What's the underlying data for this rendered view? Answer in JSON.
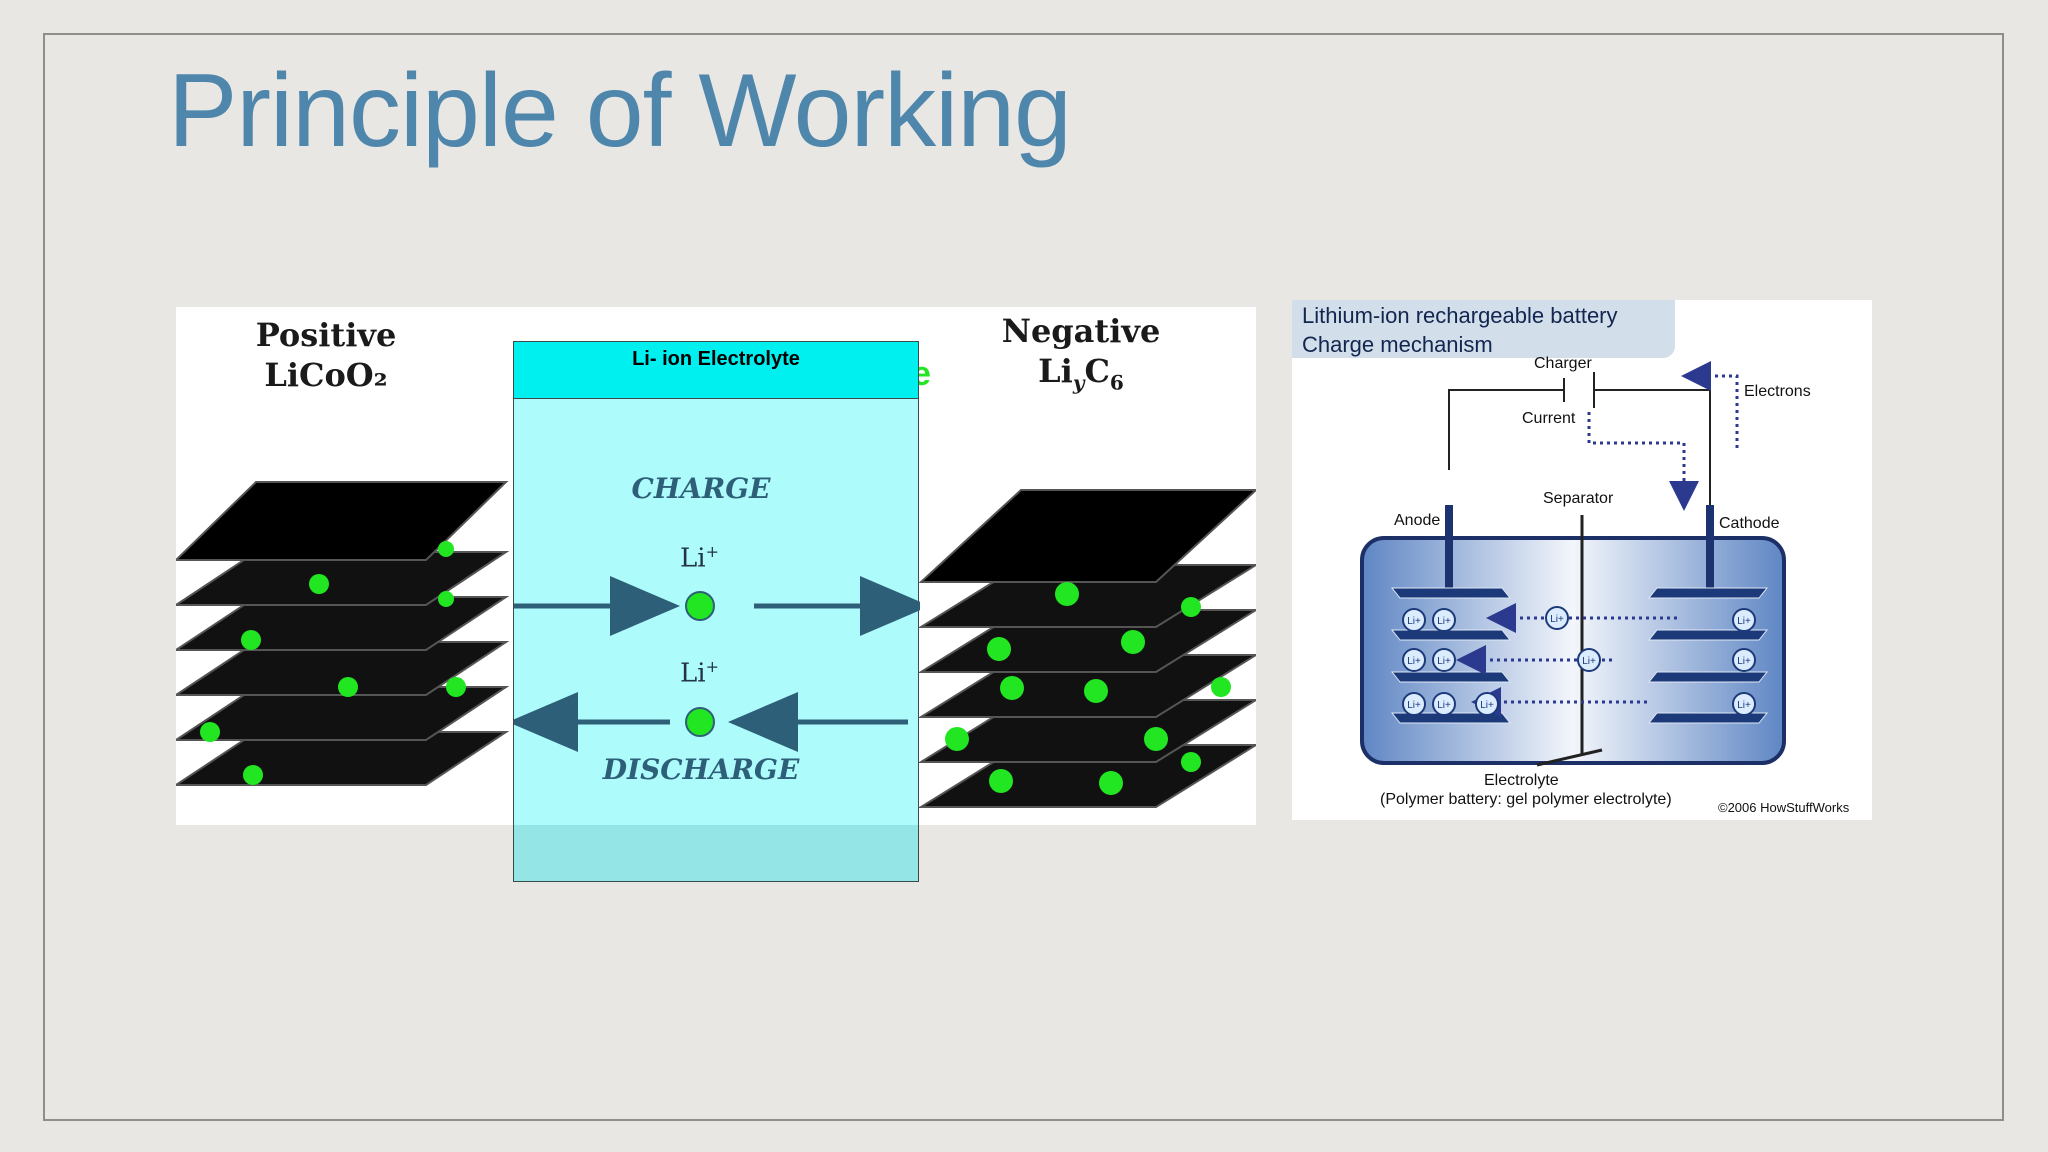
{
  "slide": {
    "title": "Principle of Working"
  },
  "left_diagram": {
    "positive_label": "Positive",
    "positive_formula": "LiCoO₂",
    "negative_label": "Negative",
    "negative_formula_main": "Li",
    "negative_formula_sub_y": "y",
    "negative_formula_c": "C",
    "negative_formula_sub_6": "6",
    "hidden_partial_text": "e",
    "electrode_color": "#000000",
    "ion_color": "#22e622"
  },
  "electrolyte_overlay": {
    "header": "Li- ion Electrolyte",
    "charge_label": "CHARGE",
    "discharge_label": "DISCHARGE",
    "ion_label": "Li",
    "ion_charge": "+",
    "overlay_color": "#00f0f0"
  },
  "right_diagram": {
    "title_line1": "Lithium-ion rechargeable battery",
    "title_line2": "Charge mechanism",
    "charger_label": "Charger",
    "current_label": "Current",
    "electrons_label": "Electrons",
    "separator_label": "Separator",
    "anode_label": "Anode",
    "cathode_label": "Cathode",
    "electrolyte_label": "Electrolyte",
    "electrolyte_note": "(Polymer battery: gel polymer electrolyte)",
    "copyright": "©2006 HowStuffWorks",
    "ion_text": "Li",
    "ion_plus": "+",
    "arrow_color": "#2b3a8f"
  }
}
